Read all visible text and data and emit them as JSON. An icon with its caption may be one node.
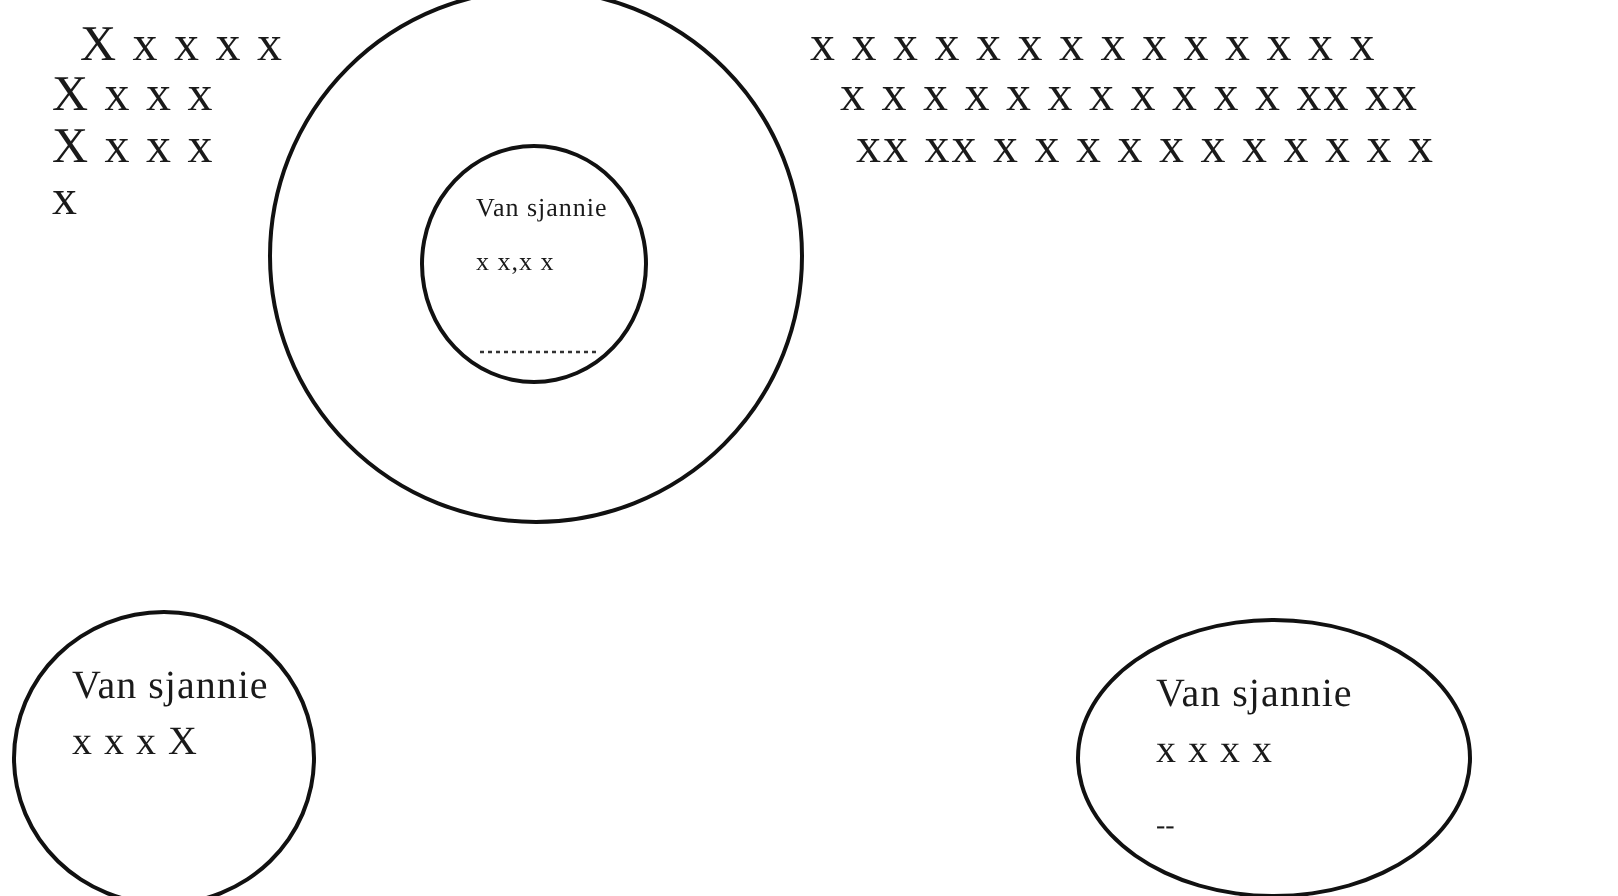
{
  "diagram": {
    "nodes": [
      {
        "text": [],
        "shape": "circle"
      },
      {
        "text": [
          "Van sjannie x x,x x"
        ],
        "in": 0
      },
      {
        "text": [
          "Van sjannie x x x X"
        ]
      },
      {
        "text": [
          "Van sjannie x x x x",
          "--"
        ]
      }
    ],
    "labels": [
      "X x x x x",
      "x x x x x x x x x x x x x x",
      "X x x x",
      "x x x x x x x x x x x xx xx",
      "X x x x",
      "xx xx x x x x x x x x x x x",
      "x"
    ]
  }
}
